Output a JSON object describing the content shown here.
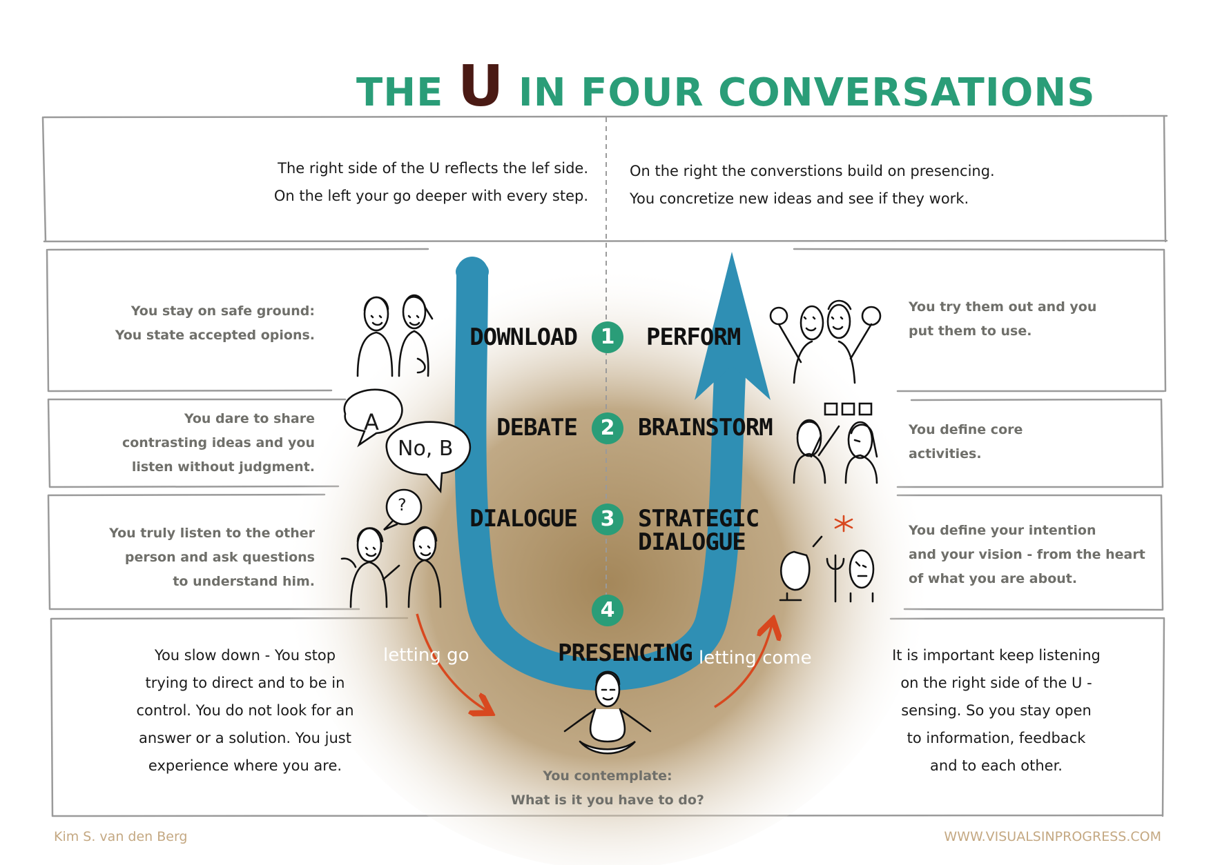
{
  "title": {
    "pre": "THE",
    "u": "U",
    "post": "IN FOUR CONVERSATIONS"
  },
  "intro": {
    "left": [
      "The right side of the U reflects the lef side.",
      "On the left your go deeper with every step."
    ],
    "right": [
      "On the right the converstions build on presencing.",
      "You concretize new ideas and see if they work."
    ]
  },
  "stages": [
    {
      "number": "1",
      "left_label": "DOWNLOAD",
      "right_label": [
        "PERFORM"
      ],
      "left_text": [
        "You stay on safe ground:",
        "You state accepted opions."
      ],
      "right_text": [
        "You try them out and you",
        "put them to use."
      ]
    },
    {
      "number": "2",
      "left_label": "DEBATE",
      "right_label": [
        "BRAINSTORM"
      ],
      "left_text": [
        "You dare to share",
        "contrasting ideas and you",
        "listen without judgment."
      ],
      "right_text": [
        "You define core",
        "activities."
      ]
    },
    {
      "number": "3",
      "left_label": "DIALOGUE",
      "right_label": [
        "STRATEGIC",
        "DIALOGUE"
      ],
      "left_text": [
        "You truly listen to the other",
        "person and ask questions",
        "to understand him."
      ],
      "right_text": [
        "You define your intention",
        "and your vision - from the heart",
        "of what you are about."
      ]
    }
  ],
  "presencing": {
    "number": "4",
    "label": "PRESENCING",
    "caption": [
      "You contemplate:",
      "What is it you have to do?"
    ],
    "left_text": [
      "You slow down - You stop",
      "trying to direct and to be in",
      "control. You do not look for an",
      "answer or a solution. You just",
      "experience where you are."
    ],
    "right_text": [
      "It is important keep listening",
      "on the right side of the U -",
      "sensing. So you stay open",
      "to information, feedback",
      "and to each other."
    ]
  },
  "flow": {
    "left": "letting go",
    "right": "letting come"
  },
  "bubbles": {
    "a": "A",
    "b": "No, B",
    "q": "?"
  },
  "footer": {
    "author": "Kim S. van den Berg",
    "site": "WWW.VISUALSINPROGRESS.COM"
  },
  "colors": {
    "title": "#2a9d78",
    "u_letter": "#4a1a14",
    "arrow": "#2f8fb4",
    "badge": "#2a9d78",
    "glow": "#a4875a",
    "flow_arrow": "#d8481f",
    "grey_text": "#6f6f6a",
    "credit": "#c4a882"
  },
  "icons": [
    "people-icon",
    "speech-bubble-icon",
    "question-bubble-icon",
    "cheering-people-icon",
    "idea-cards-icon",
    "heart-vision-icon",
    "meditating-person-icon",
    "curved-arrow-icon"
  ]
}
